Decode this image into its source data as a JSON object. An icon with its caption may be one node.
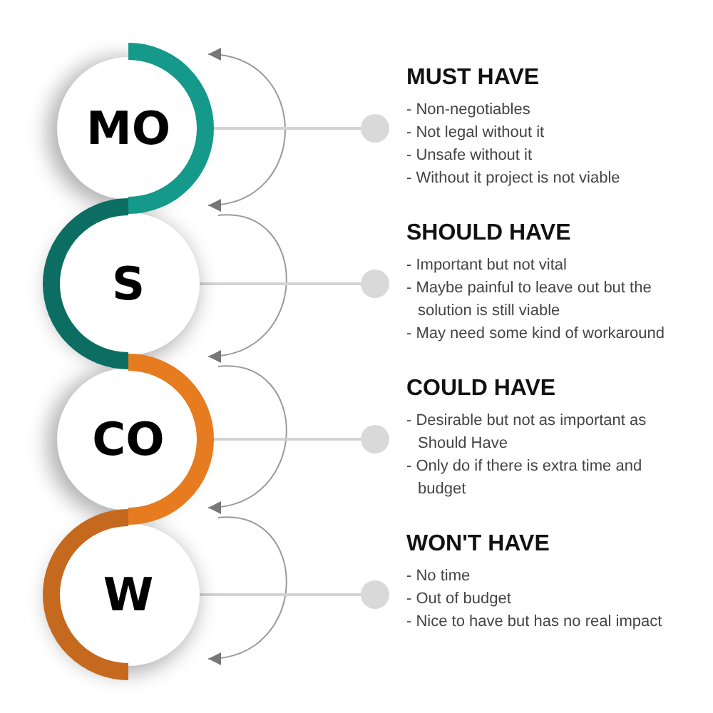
{
  "diagram": {
    "nodes": [
      {
        "text": [
          "MO"
        ]
      },
      {
        "text": [],
        "shape": "circle",
        "beside": [
          "MUST HAVE",
          "- Non-negotiables",
          "- Not legal without it",
          "- Unsafe without it",
          "- Without it project is not viable"
        ]
      },
      {
        "text": [
          "S"
        ]
      },
      {
        "text": [],
        "shape": "circle",
        "beside": [
          "SHOULD HAVE",
          "- Important but not vital",
          "- Maybe painful to leave out but the solution is still viable",
          "- May need some kind of workaround"
        ]
      },
      {
        "text": [
          "CO"
        ]
      },
      {
        "text": [],
        "shape": "circle",
        "beside": [
          "COULD HAVE",
          "- Desirable but not as important as Should Have",
          "- Only do if there is extra time and budget"
        ]
      },
      {
        "text": [
          "W"
        ]
      },
      {
        "text": [],
        "shape": "circle",
        "beside": [
          "WON'T HAVE",
          "- No time",
          "- Out of budget",
          "- Nice to have but has no real impact"
        ]
      }
    ],
    "edges": [
      {
        "from": 0,
        "to": 1,
        "arrow": "none"
      },
      {
        "from": 2,
        "to": 3,
        "arrow": "none"
      },
      {
        "from": 4,
        "to": 5,
        "arrow": "none"
      },
      {
        "from": 6,
        "to": 7,
        "arrow": "none"
      }
    ]
  }
}
